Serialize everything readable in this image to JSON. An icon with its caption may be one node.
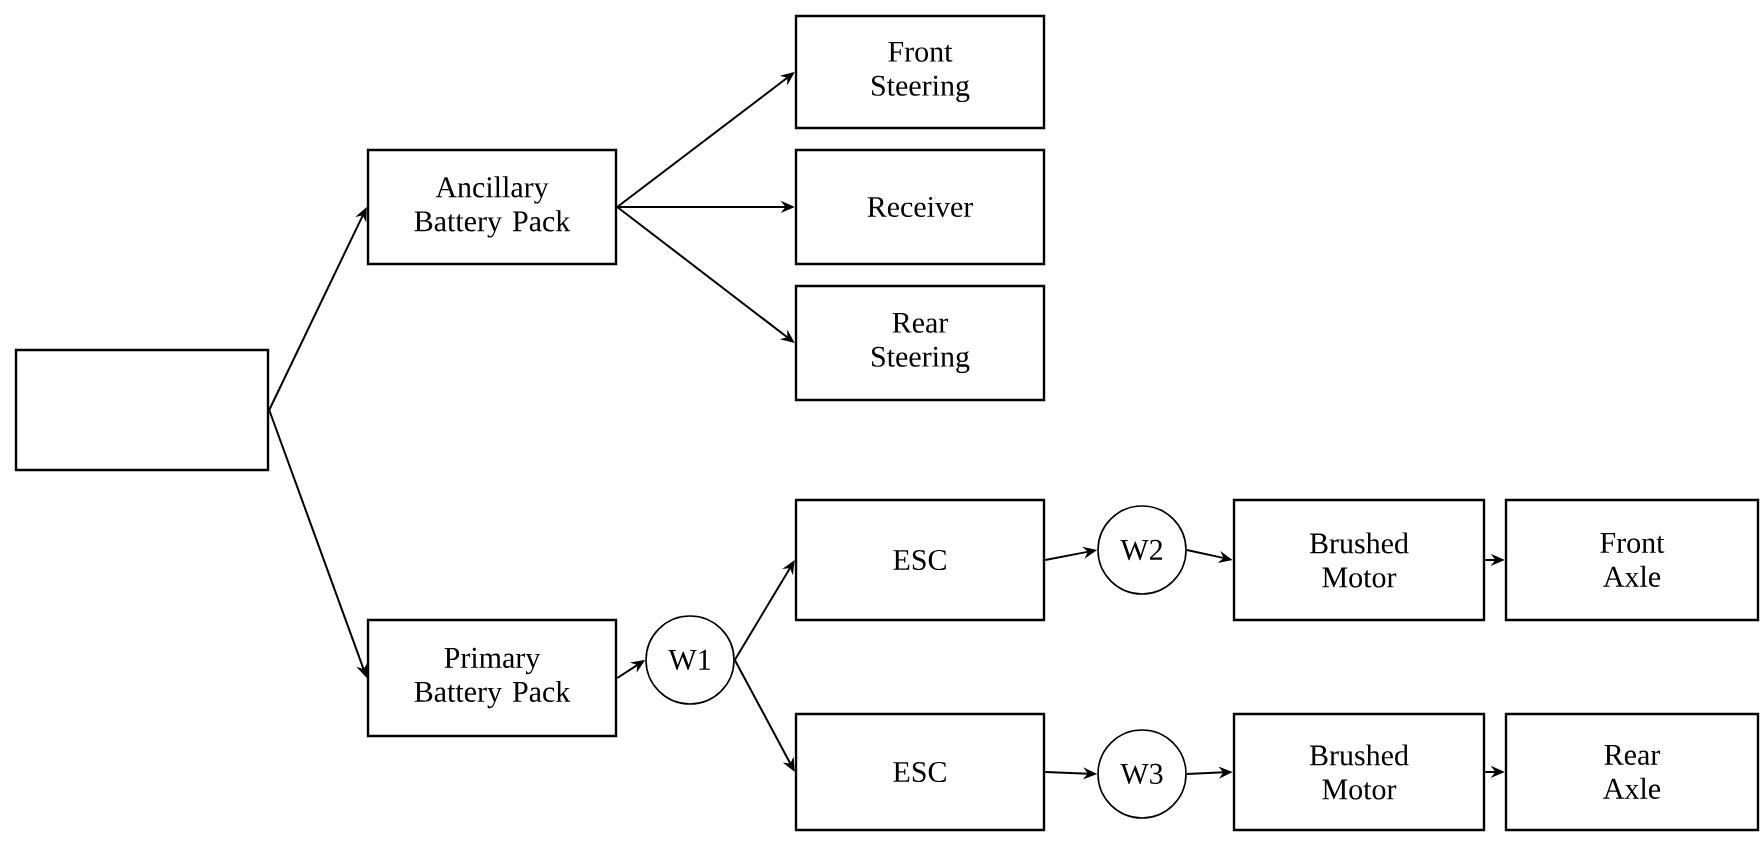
{
  "diagram": {
    "nodes": [
      {
        "text": [],
        "shape": "box"
      },
      {
        "text": [
          "Ancillary Battery Pack"
        ]
      },
      {
        "text": [
          "Front Steering"
        ]
      },
      {
        "text": [
          "Receiver"
        ]
      },
      {
        "text": [
          "Rear Steering"
        ]
      },
      {
        "text": [
          "Primary Battery Pack"
        ]
      },
      {
        "text": [
          "W1"
        ]
      },
      {
        "text": [
          "ESC"
        ]
      },
      {
        "text": [
          "W2"
        ]
      },
      {
        "text": [
          "Brushed Motor"
        ]
      },
      {
        "text": [
          "Front Axle"
        ]
      },
      {
        "text": [
          "ESC"
        ]
      },
      {
        "text": [
          "W3"
        ]
      },
      {
        "text": [
          "Brushed Motor"
        ]
      },
      {
        "text": [
          "Rear Axle"
        ]
      }
    ],
    "edges": [
      {
        "from": 0,
        "to": 1,
        "arrow": "to"
      },
      {
        "from": 0,
        "to": 5,
        "arrow": "to"
      },
      {
        "from": 1,
        "to": 2,
        "arrow": "to"
      },
      {
        "from": 1,
        "to": 3,
        "arrow": "to"
      },
      {
        "from": 1,
        "to": 4,
        "arrow": "to"
      },
      {
        "from": 5,
        "to": 6,
        "arrow": "to"
      },
      {
        "from": 6,
        "to": 7,
        "arrow": "to"
      },
      {
        "from": 6,
        "to": 11,
        "arrow": "to"
      },
      {
        "from": 7,
        "to": 8,
        "arrow": "to"
      },
      {
        "from": 8,
        "to": 9,
        "arrow": "to"
      },
      {
        "from": 9,
        "to": 10,
        "arrow": "to"
      },
      {
        "from": 11,
        "to": 12,
        "arrow": "to"
      },
      {
        "from": 12,
        "to": 13,
        "arrow": "to"
      },
      {
        "from": 13,
        "to": 14,
        "arrow": "to"
      }
    ]
  }
}
